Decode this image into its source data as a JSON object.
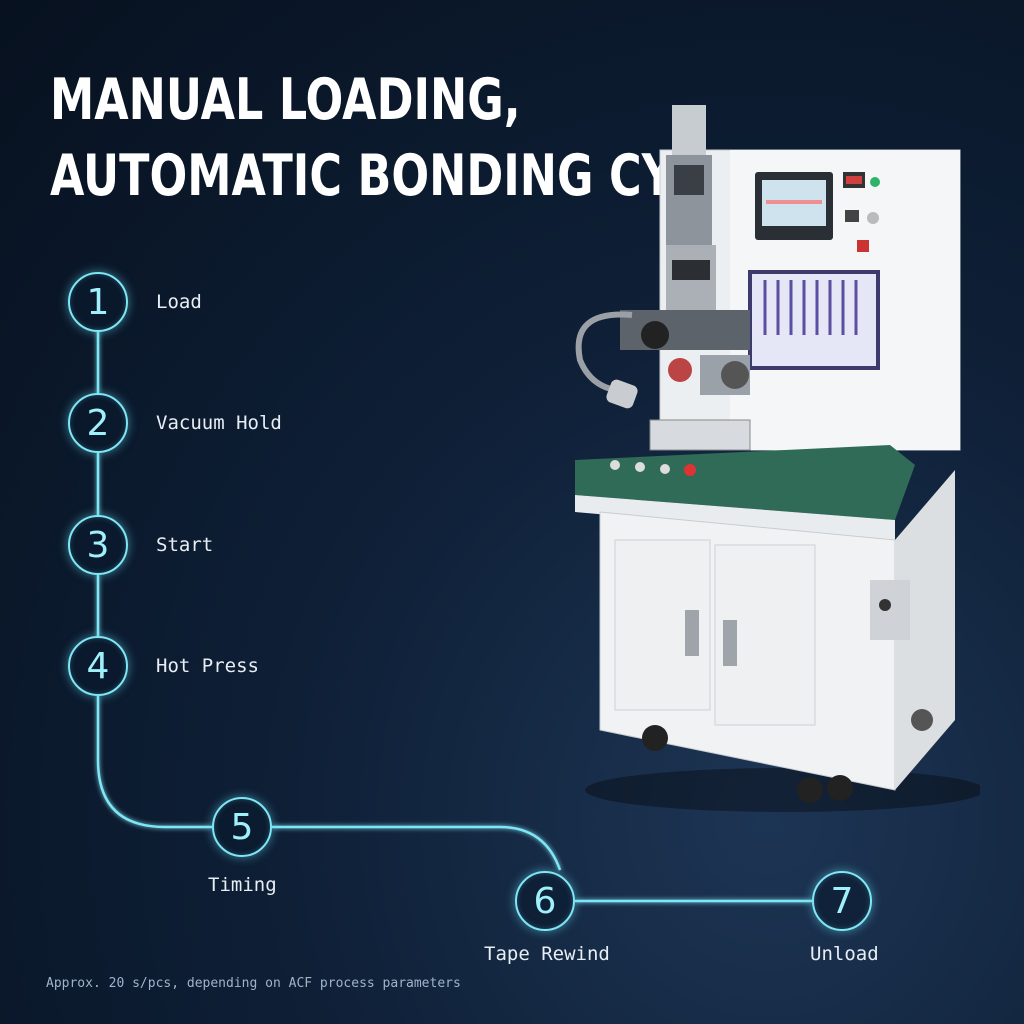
{
  "title": {
    "line1": "MANUAL LOADING,",
    "line2": "AUTOMATIC BONDING CYCLE"
  },
  "steps": [
    {
      "number": "1",
      "label": "Load"
    },
    {
      "number": "2",
      "label": "Vacuum Hold"
    },
    {
      "number": "3",
      "label": "Start"
    },
    {
      "number": "4",
      "label": "Hot Press"
    },
    {
      "number": "5",
      "label": "Timing"
    },
    {
      "number": "6",
      "label": "Tape Rewind"
    },
    {
      "number": "7",
      "label": "Unload"
    }
  ],
  "footnote": "Approx. 20 s/pcs, depending on ACF process parameters",
  "colors": {
    "accent": "#7fe6f5",
    "background": "#0e1f36"
  }
}
